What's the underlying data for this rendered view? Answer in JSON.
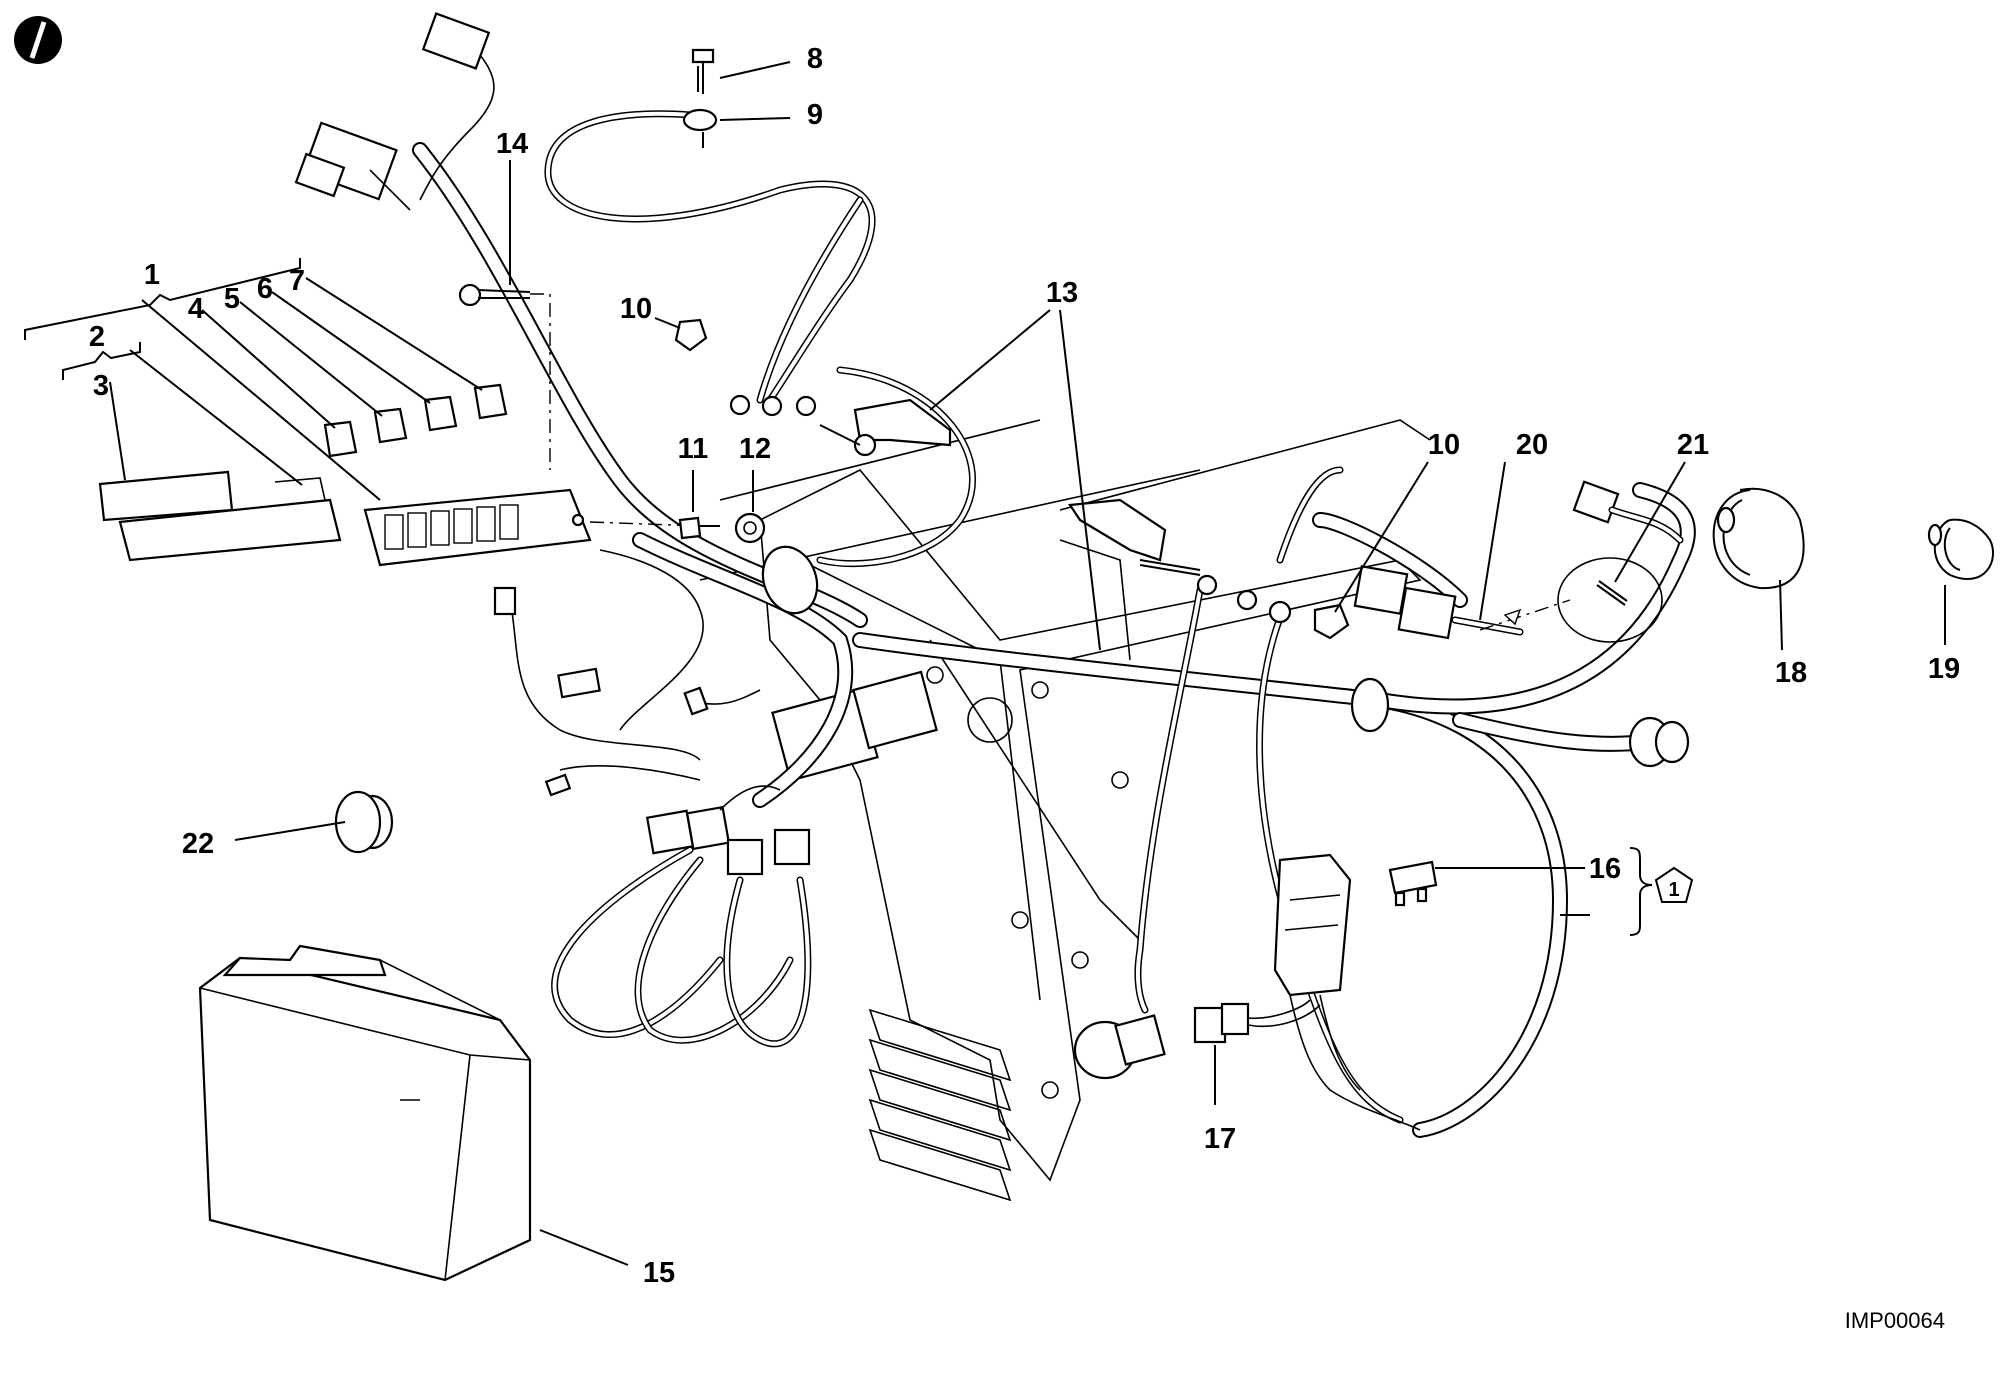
{
  "diagram": {
    "callouts": [
      {
        "id": "c1",
        "text": "1"
      },
      {
        "id": "c2",
        "text": "2"
      },
      {
        "id": "c3",
        "text": "3"
      },
      {
        "id": "c4",
        "text": "4"
      },
      {
        "id": "c5",
        "text": "5"
      },
      {
        "id": "c6",
        "text": "6"
      },
      {
        "id": "c7",
        "text": "7"
      },
      {
        "id": "c8",
        "text": "8"
      },
      {
        "id": "c9",
        "text": "9"
      },
      {
        "id": "c10a",
        "text": "10"
      },
      {
        "id": "c10b",
        "text": "10"
      },
      {
        "id": "c11",
        "text": "11"
      },
      {
        "id": "c12",
        "text": "12"
      },
      {
        "id": "c13",
        "text": "13"
      },
      {
        "id": "c14",
        "text": "14"
      },
      {
        "id": "c15",
        "text": "15"
      },
      {
        "id": "c16",
        "text": "16"
      },
      {
        "id": "c17",
        "text": "17"
      },
      {
        "id": "c18",
        "text": "18"
      },
      {
        "id": "c19",
        "text": "19"
      },
      {
        "id": "c20",
        "text": "20"
      },
      {
        "id": "c21",
        "text": "21"
      },
      {
        "id": "c22",
        "text": "22"
      }
    ],
    "pentagon_marker": "1",
    "image_code": "IMP00064"
  }
}
